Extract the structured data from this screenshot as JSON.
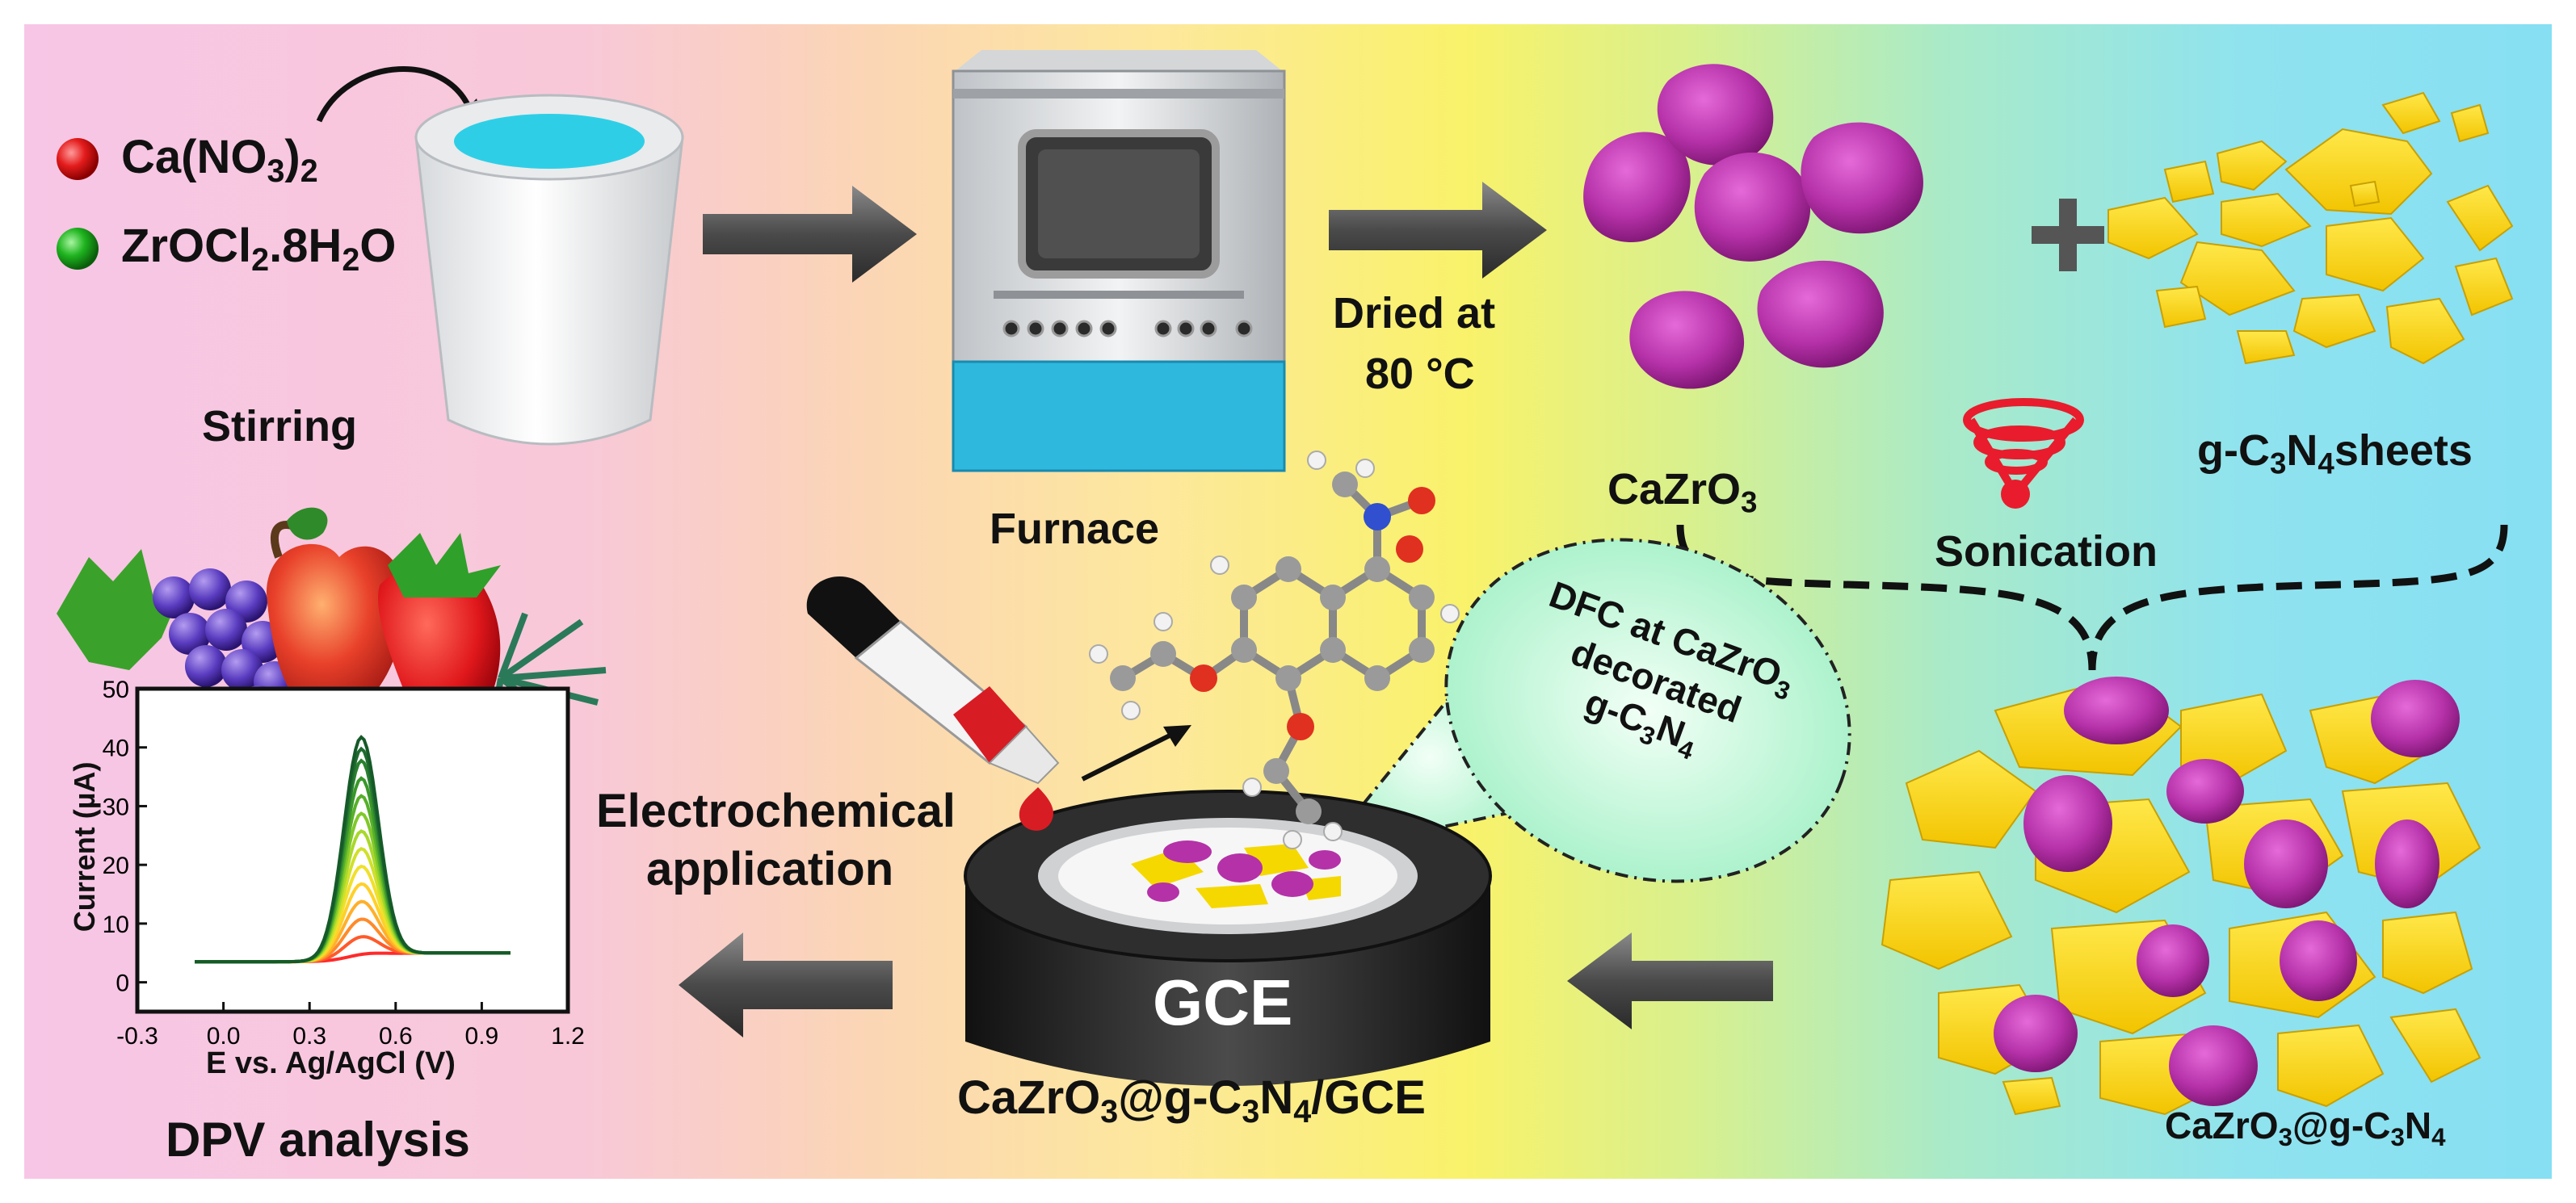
{
  "precursors": [
    {
      "text": "Ca(NO₃)₂",
      "color": "#e01818"
    },
    {
      "text": "ZrOCl₂.8H₂O",
      "color": "#1aa51a"
    }
  ],
  "labels": {
    "stirring": "Stirring",
    "furnace": "Furnace",
    "dried": [
      "Dried at",
      "80 °C"
    ],
    "cazro3": "CaZrO₃",
    "plus": "+",
    "gcn": "g-C₃N₄sheets",
    "sonication": "Sonication",
    "composite": "CaZrO₃@g-C₃N₄",
    "gce": "GCE",
    "electrode": "CaZrO₃@g-C₃N₄/GCE",
    "callout": [
      "DFC at CaZrO₃",
      "decorated",
      "g-C₃N₄"
    ],
    "electrochemical": [
      "Electrochemical",
      "application"
    ],
    "dpv": "DPV analysis"
  },
  "chart_data": {
    "type": "line",
    "title": "",
    "xlabel": "E vs. Ag/AgCl (V)",
    "ylabel": "Current (µA)",
    "xlim": [
      -0.3,
      1.2
    ],
    "ylim": [
      -5,
      50
    ],
    "xticks": [
      "-0.3",
      "0.0",
      "0.3",
      "0.6",
      "0.9",
      "1.2"
    ],
    "yticks": [
      "0",
      "10",
      "20",
      "30",
      "40",
      "50"
    ],
    "peak_potential": 0.48,
    "baseline": 3.5,
    "peak_currents": [
      4,
      7,
      10,
      13,
      16,
      19,
      22,
      25,
      28,
      31,
      34,
      37,
      39,
      41
    ],
    "series_colors": [
      "#ff2a2a",
      "#ff5a2a",
      "#ff8a2a",
      "#ffb02a",
      "#ffd02a",
      "#f0e02a",
      "#d0e02a",
      "#a8d82a",
      "#80c82a",
      "#58b02a",
      "#3a982a",
      "#2a8030",
      "#1f6b30",
      "#155a28"
    ]
  }
}
